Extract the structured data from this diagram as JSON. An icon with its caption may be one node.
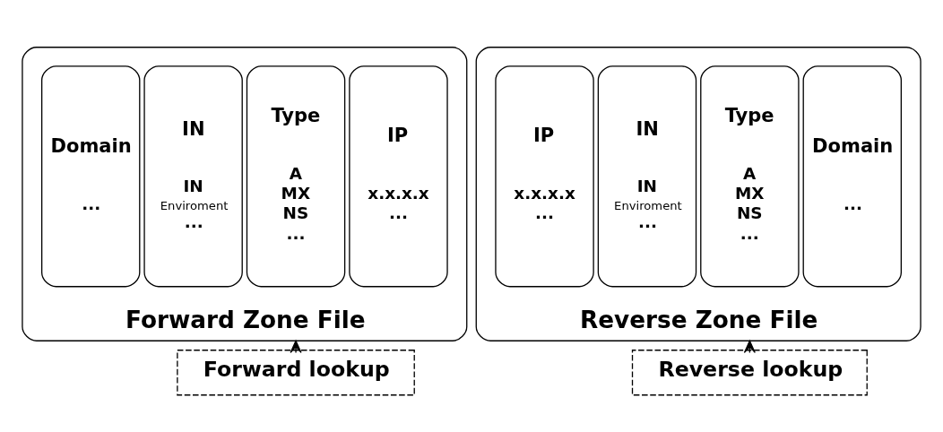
{
  "diagram": {
    "nodes": [
      {
        "text": [
          "Forward Zone File"
        ]
      },
      {
        "text": [
          "Domain",
          "..."
        ],
        "in": 0
      },
      {
        "text": [
          "IN",
          "IN",
          "Enviroment",
          "..."
        ],
        "in": 0
      },
      {
        "text": [
          "Type",
          "A",
          "MX",
          "NS",
          "..."
        ],
        "in": 0
      },
      {
        "text": [
          "IP",
          "x.x.x.x",
          "..."
        ],
        "in": 0
      },
      {
        "text": [
          "Forward lookup"
        ]
      },
      {
        "text": [
          "Reverse Zone File"
        ]
      },
      {
        "text": [
          "IP",
          "x.x.x.x",
          "..."
        ],
        "in": 6
      },
      {
        "text": [
          "IN",
          "IN",
          "Enviroment",
          "..."
        ],
        "in": 6
      },
      {
        "text": [
          "Type",
          "A",
          "MX",
          "NS",
          "..."
        ],
        "in": 6
      },
      {
        "text": [
          "Domain",
          "..."
        ],
        "in": 6
      },
      {
        "text": [
          "Reverse lookup"
        ]
      }
    ],
    "edges": [
      {
        "from": 5,
        "to": 0,
        "arrow": "to"
      },
      {
        "from": 11,
        "to": 6,
        "arrow": "to"
      }
    ]
  }
}
